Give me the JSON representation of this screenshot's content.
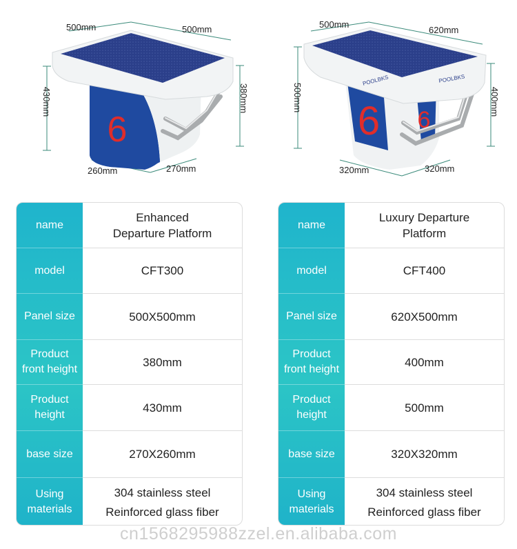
{
  "products": [
    {
      "dims": {
        "top_left": "500mm",
        "top_right": "500mm",
        "left_height": "430mm",
        "right_height": "380mm",
        "bottom_left": "260mm",
        "bottom_right": "270mm"
      },
      "number": "6",
      "specs": {
        "name": [
          "Enhanced",
          "Departure Platform"
        ],
        "model": "CFT300",
        "panel_size": "500X500mm",
        "front_height": "380mm",
        "height": "430mm",
        "base_size": "270X260mm",
        "materials": [
          "304 stainless steel",
          "Reinforced glass fiber"
        ]
      }
    },
    {
      "dims": {
        "top_left": "500mm",
        "top_right": "620mm",
        "left_height": "500mm",
        "right_height": "400mm",
        "bottom_left": "320mm",
        "bottom_right": "320mm"
      },
      "number": "6",
      "brand": "POOLBKS",
      "specs": {
        "name": [
          "Luxury Departure",
          "Platform"
        ],
        "model": "CFT400",
        "panel_size": "620X500mm",
        "front_height": "400mm",
        "height": "500mm",
        "base_size": "320X320mm",
        "materials": [
          "304 stainless steel",
          "Reinforced glass fiber"
        ]
      }
    }
  ],
  "labels": {
    "name": "name",
    "model": "model",
    "panel_size": "Panel size",
    "front_height": [
      "Product",
      "front height"
    ],
    "height": [
      "Product",
      "height"
    ],
    "base_size": "base size",
    "materials": [
      "Using",
      "materials"
    ]
  },
  "colors": {
    "label_bg": "#22bccb",
    "top_surface": "#2b3f8a",
    "body_blue": "#1f4aa0",
    "number_red": "#e02d2a",
    "shell_white": "#f2f4f5"
  },
  "watermark": "cn1568295988zzel.en.alibaba.com"
}
